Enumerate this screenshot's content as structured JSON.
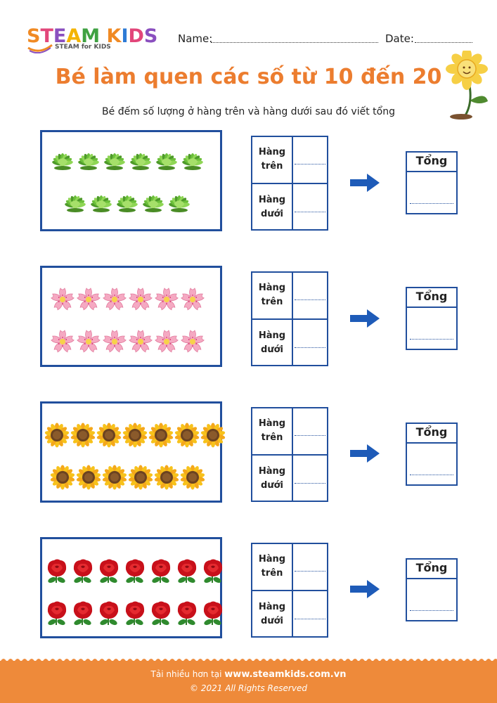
{
  "header": {
    "logo_text": "STEAM KIDS",
    "logo_subtitle": "STEAM for KIDS",
    "name_label": "Name:",
    "date_label": "Date:"
  },
  "title": "Bé làm quen các số từ 10 đến 20",
  "instruction": "Bé đếm số lượng ở hàng trên và hàng dưới sau đó viết tổng",
  "exercises": [
    {
      "flower": "green-chrysanthemum-icon",
      "top_count": 6,
      "bottom_count": 5
    },
    {
      "flower": "pink-flower-icon",
      "top_count": 6,
      "bottom_count": 6
    },
    {
      "flower": "sunflower-icon",
      "top_count": 7,
      "bottom_count": 6
    },
    {
      "flower": "red-rose-icon",
      "top_count": 7,
      "bottom_count": 7
    }
  ],
  "labels": {
    "top_row": [
      "Hàng",
      "trên"
    ],
    "bottom_row": [
      "Hàng",
      "dưới"
    ],
    "sum": "Tổng"
  },
  "footer": {
    "more_text": "Tải nhiều hơn tại ",
    "website": "www.steamkids.com.vn",
    "copyright": "©  2021 All Rights Reserved"
  },
  "colors": {
    "title": "#ec7d2f",
    "border": "#214f9d",
    "arrow": "#1e5bb8",
    "footer": "#ee8a3a"
  }
}
